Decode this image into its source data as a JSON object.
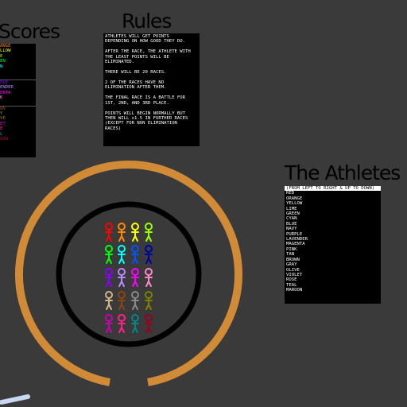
{
  "titles": {
    "scores": "Scores",
    "rules": "Rules",
    "athletes": "The Athletes"
  },
  "rules": [
    "ATHLETES WILL GET POINTS\nDEPENDING ON HOW GOOD THEY DO.",
    "AFTER THE RACE, THE ATHLETE WITH\nTHE LEAST POINTS WILL BE\nELIMINATED.",
    "THERE WILL BE 20 RACES.",
    "2 OF THE RACES HAVE NO\nELIMINATION AFTER THEM.",
    "THE FINAL RACE IS A BATTLE FOR\n1ST, 2ND, AND 3RD PLACE.",
    "POINTS WILL BEGIN NORMALLY BUT\nTHEN WILL x1.5 IN FURTHER RACES\n(EXCEPT FOR NON ELIMINATION\nRACES)"
  ],
  "athletes_header": "(FROM LEFT TO RIGHT & UP TO DOWN)",
  "athletes": [
    "RED",
    "ORANGE",
    "YELLOW",
    "LIME",
    "GREEN",
    "CYAN",
    "BLUE",
    "NAVY",
    "PURPLE",
    "LAVENDER",
    "MAGENTA",
    "PINK",
    "TAN",
    "BROWN",
    "GRAY",
    "OLIVE",
    "VIOLET",
    "ROSE",
    "TEAL",
    "MAROON"
  ],
  "scores": [
    {
      "text": "ANGE",
      "color": "#ff8800"
    },
    {
      "text": "LLOW",
      "color": "#ffff00"
    },
    {
      "text": "E",
      "color": "#aaff00"
    },
    {
      "text": "EN",
      "color": "#00ff00"
    },
    {
      "text": "N",
      "color": "#00ffff"
    },
    {
      "text": "",
      "color": "#0044ff"
    },
    {
      "text": "",
      "color": "#0000aa"
    },
    {
      "text": "PLE",
      "color": "#8800ff"
    },
    {
      "text": "ENDER",
      "color": "#bb88ff"
    },
    {
      "text": "ENTA",
      "color": "#ff00ff"
    },
    {
      "text": "K",
      "color": "#ff88cc"
    },
    {
      "text": "",
      "color": "#d2b48c"
    },
    {
      "text": "WN",
      "color": "#8b4513"
    },
    {
      "text": "Y",
      "color": "#888888"
    },
    {
      "text": "VE",
      "color": "#808000"
    },
    {
      "text": "ET",
      "color": "#ee00cc"
    },
    {
      "text": "E",
      "color": "#ff2288"
    },
    {
      "text": "L",
      "color": "#00aaaa"
    },
    {
      "text": "OON",
      "color": "#aa0033"
    }
  ],
  "athlete_colors": [
    "#ff0000",
    "#ff8800",
    "#ffff00",
    "#99ff00",
    "#00ff00",
    "#00ffff",
    "#0055ff",
    "#0000aa",
    "#8800ff",
    "#bb88ff",
    "#ff00ff",
    "#ff88cc",
    "#d2b48c",
    "#8b4513",
    "#888888",
    "#808000",
    "#cc00aa",
    "#ff2288",
    "#008888",
    "#990022"
  ],
  "colors": {
    "background": "#3a3a3a",
    "outer_track": "#d18a36",
    "inner_ring": "#000000",
    "hint_stroke": "#c8d8f0"
  }
}
